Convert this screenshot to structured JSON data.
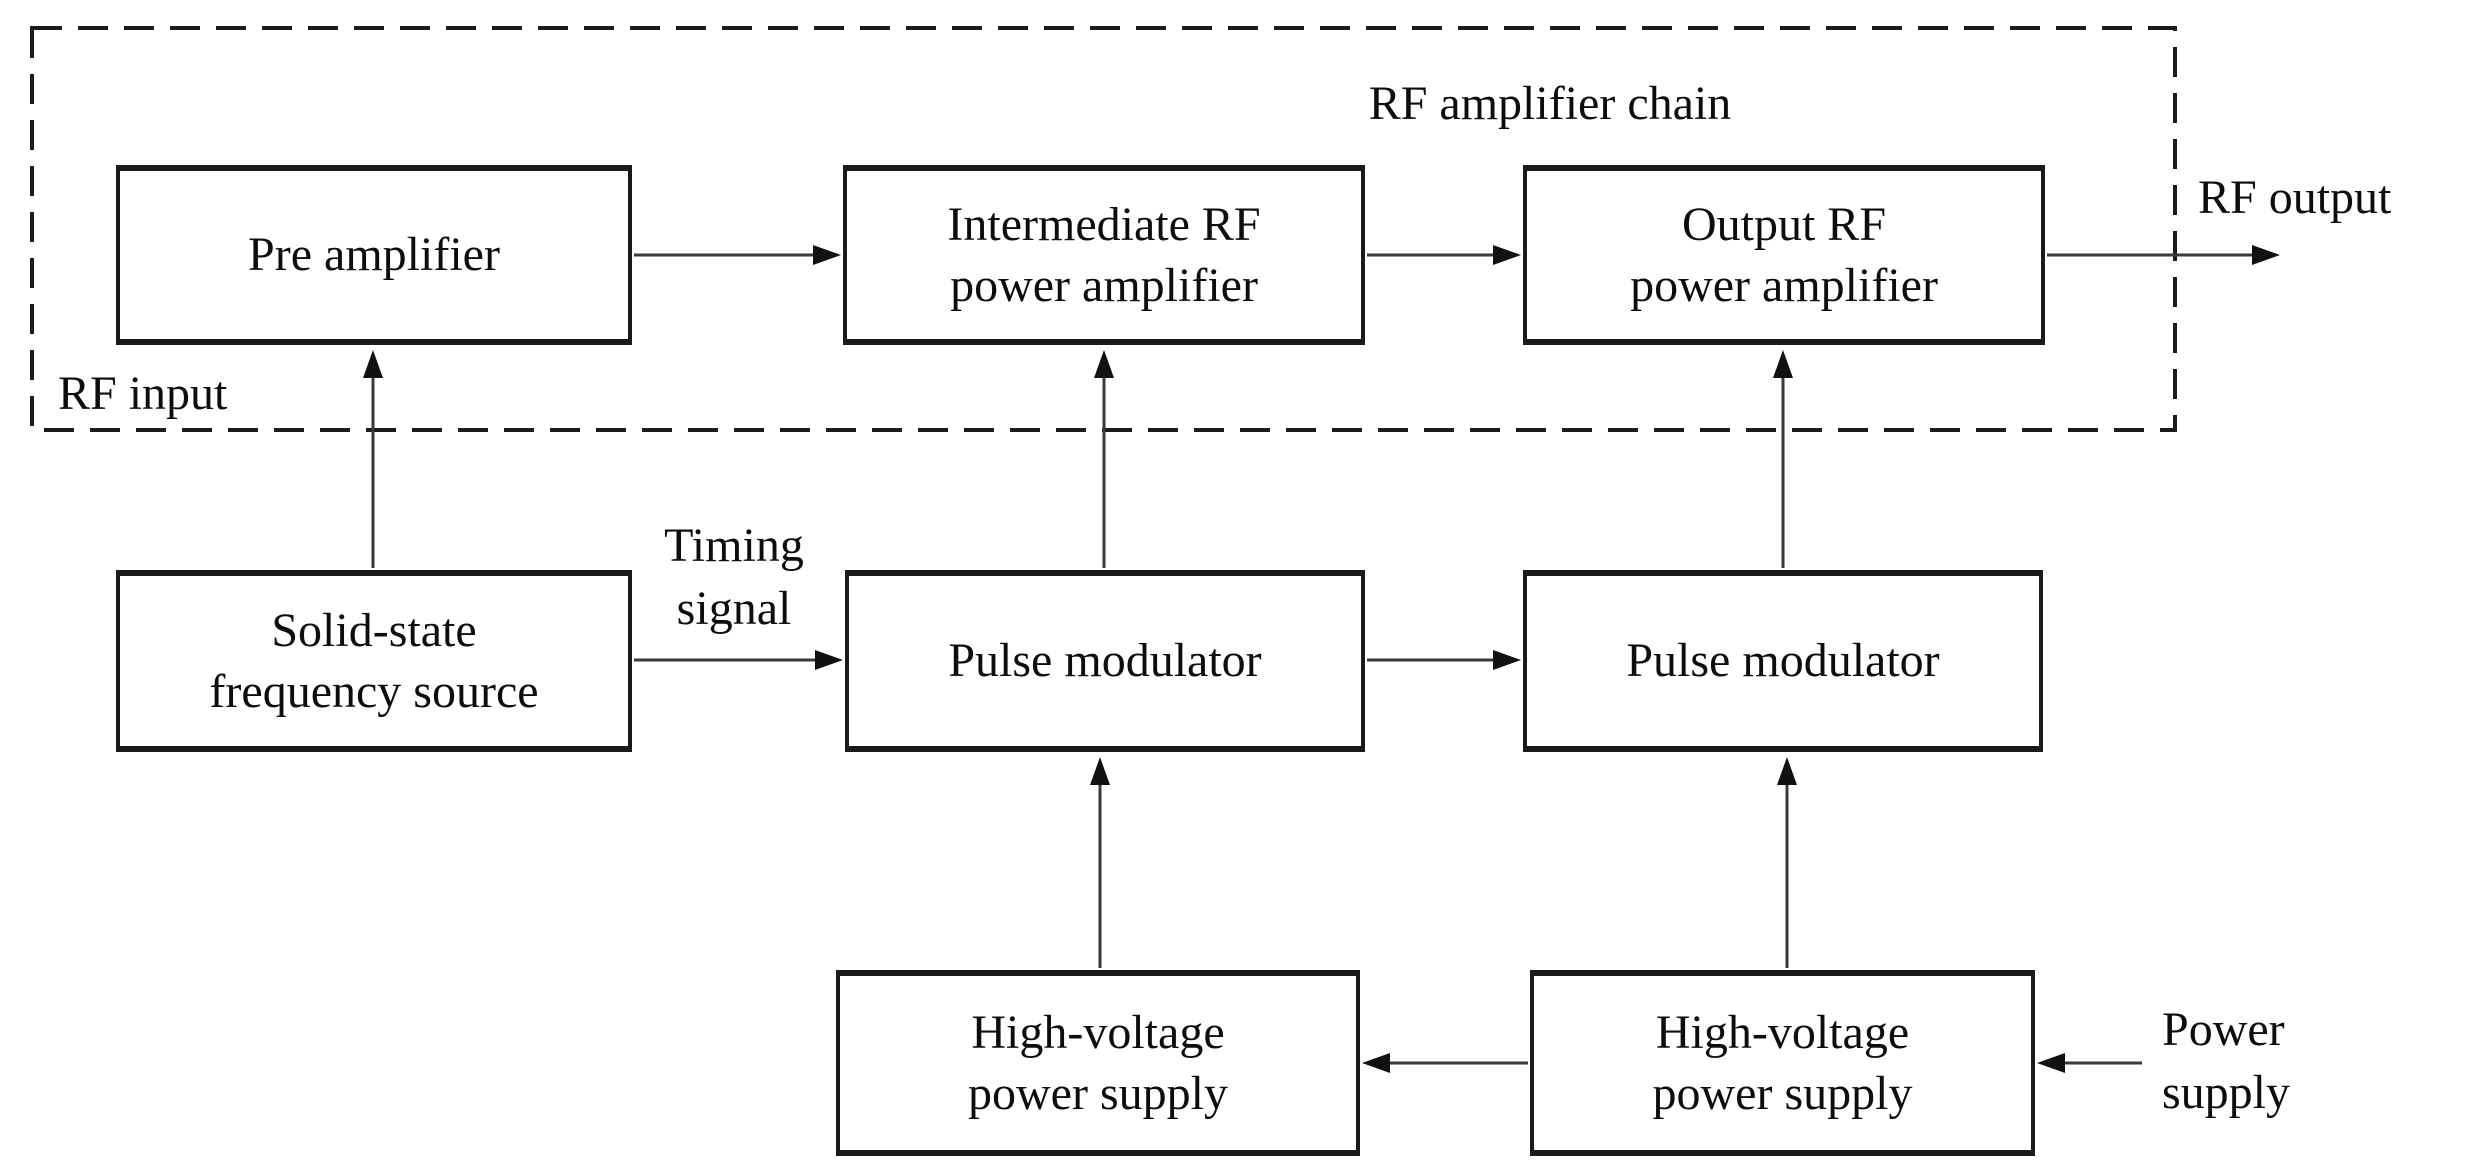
{
  "diagram": {
    "type": "block-diagram",
    "title": "RF amplifier chain",
    "colors": {
      "background": "#ffffff",
      "box_border": "#1b1b1b",
      "line": "#3a3a3a",
      "text": "#0d0d0d"
    },
    "nodes": {
      "pre_amplifier": {
        "lines": [
          "Pre amplifier"
        ]
      },
      "intermediate_rf_power_amplifier": {
        "lines": [
          "Intermediate RF",
          "power amplifier"
        ]
      },
      "output_rf_power_amplifier": {
        "lines": [
          "Output RF",
          "power amplifier"
        ]
      },
      "solid_state_frequency_source": {
        "lines": [
          "Solid-state",
          "frequency source"
        ]
      },
      "pulse_modulator_left": {
        "lines": [
          "Pulse modulator"
        ]
      },
      "pulse_modulator_right": {
        "lines": [
          "Pulse modulator"
        ]
      },
      "hv_power_supply_left": {
        "lines": [
          "High-voltage",
          "power supply"
        ]
      },
      "hv_power_supply_right": {
        "lines": [
          "High-voltage",
          "power supply"
        ]
      }
    },
    "annotations": {
      "rf_input": "RF input",
      "rf_output": "RF output",
      "timing_signal": {
        "lines": [
          "Timing",
          "signal"
        ]
      },
      "power_supply": {
        "lines": [
          "Power",
          "supply"
        ]
      }
    },
    "edges": [
      {
        "from": "solid_state_frequency_source",
        "to": "pre_amplifier"
      },
      {
        "from": "solid_state_frequency_source",
        "to": "pulse_modulator_left",
        "label": "Timing signal"
      },
      {
        "from": "pre_amplifier",
        "to": "intermediate_rf_power_amplifier"
      },
      {
        "from": "intermediate_rf_power_amplifier",
        "to": "output_rf_power_amplifier"
      },
      {
        "from": "output_rf_power_amplifier",
        "to": "rf_output"
      },
      {
        "from": "pulse_modulator_left",
        "to": "intermediate_rf_power_amplifier"
      },
      {
        "from": "pulse_modulator_left",
        "to": "pulse_modulator_right"
      },
      {
        "from": "pulse_modulator_right",
        "to": "output_rf_power_amplifier"
      },
      {
        "from": "hv_power_supply_left",
        "to": "pulse_modulator_left"
      },
      {
        "from": "hv_power_supply_right",
        "to": "pulse_modulator_right"
      },
      {
        "from": "hv_power_supply_right",
        "to": "hv_power_supply_left"
      },
      {
        "from": "power_supply",
        "to": "hv_power_supply_right"
      }
    ]
  }
}
